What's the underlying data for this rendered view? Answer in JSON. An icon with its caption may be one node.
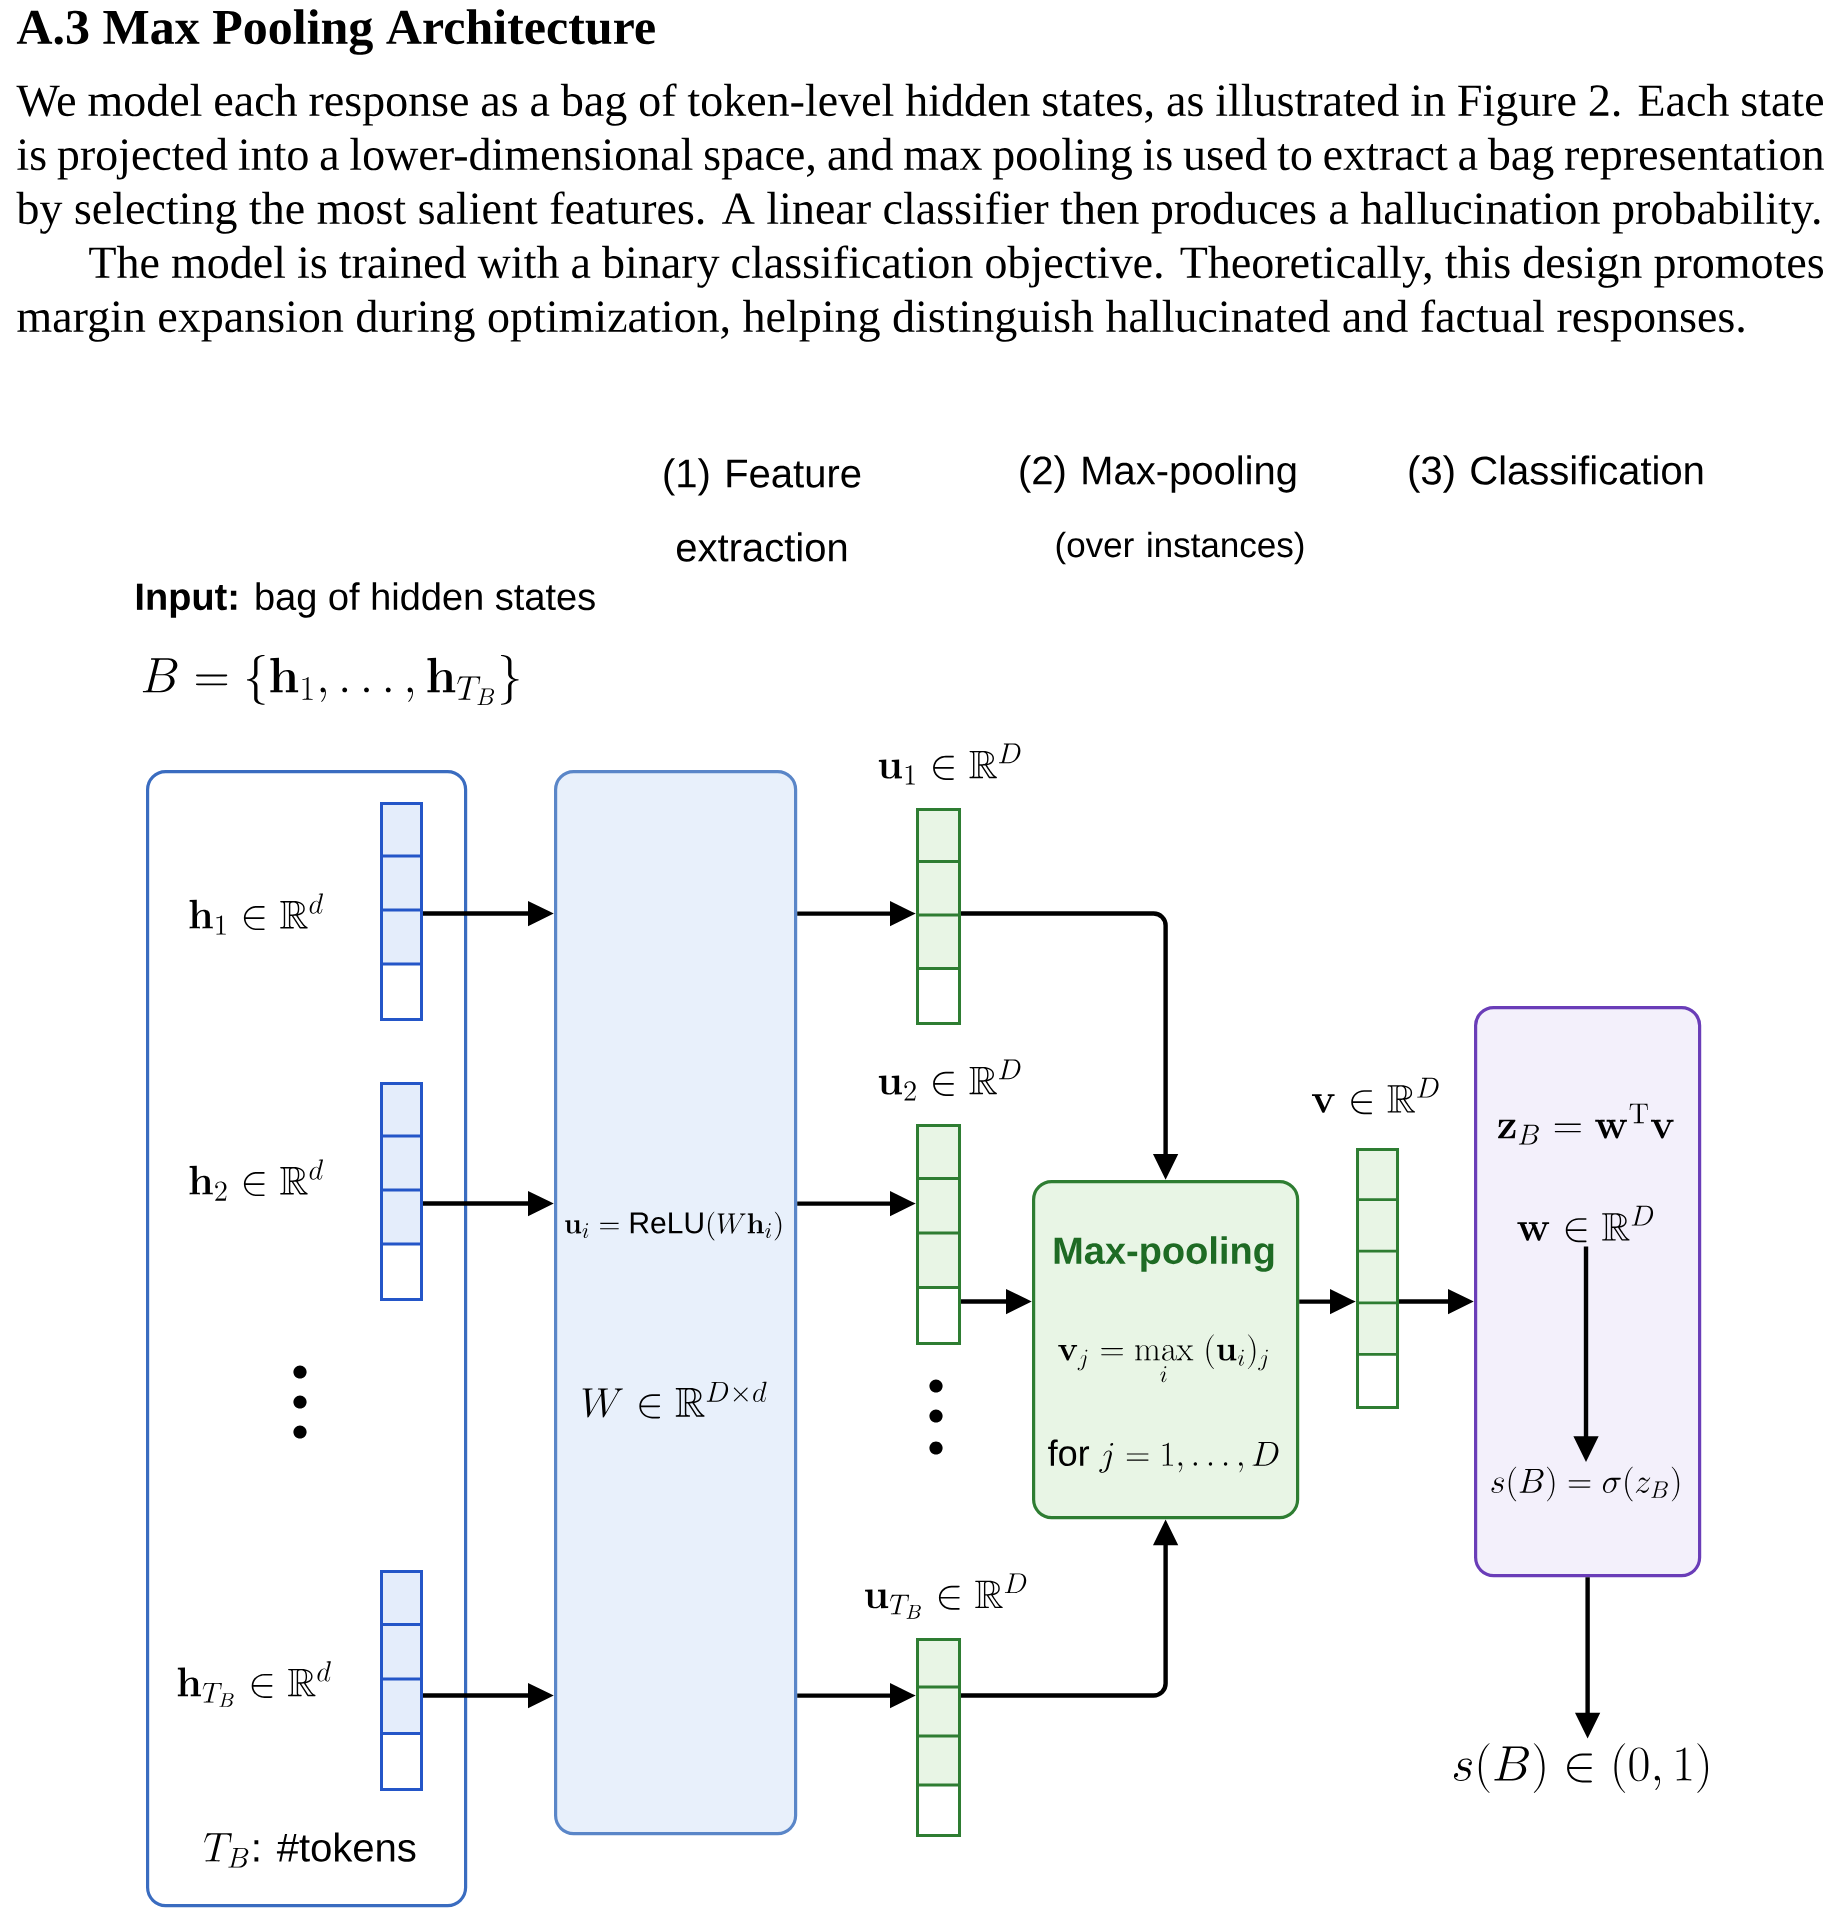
{
  "diagram": {
    "title": "A.3 Max Pooling Architecture",
    "nodes": [
      {
        "text": [
          "T_B\\text{: \\#tokens}"
        ]
      },
      {
        "text": [],
        "shape": "bar",
        "beside": [
          "\\mathbf{h}_1 \\in \\mathbb{R}^d"
        ],
        "in": 0
      },
      {
        "text": [],
        "shape": "bar",
        "beside": [
          "\\mathbf{h}_2 \\in \\mathbb{R}^d"
        ],
        "in": 0
      },
      {
        "text": [],
        "shape": "bar",
        "beside": [
          "\\mathbf{h}_{T_B} \\in \\mathbb{R}^d"
        ],
        "in": 0
      },
      {
        "text": [
          "\\mathbf{u}_i = \\text{ReLU}(W\\mathbf{h}_i)",
          "W \\in \\mathbb{R}^{D \\times d}"
        ]
      },
      {
        "text": [],
        "shape": "bar",
        "beside": [
          "\\mathbf{u}_1 \\in \\mathbb{R}^D"
        ]
      },
      {
        "text": [],
        "shape": "bar",
        "beside": [
          "\\mathbf{u}_2 \\in \\mathbb{R}^D"
        ]
      },
      {
        "text": [],
        "shape": "bar",
        "beside": [
          "\\mathbf{u}_{T_B} \\in \\mathbb{R}^D"
        ]
      },
      {
        "text": [
          "Max-pooling",
          "\\mathbf{v}_j = \\max\\limits_{i}\\ (\\mathbf{u}_i)_j",
          "\\text{for } j = 1, \\ldots, D"
        ]
      },
      {
        "text": [],
        "shape": "bar",
        "beside": [
          "\\mathbf{v} \\in \\mathbb{R}^D"
        ]
      },
      {
        "text": [
          "\\mathbf{z}_B = \\mathbf{w}^{\\mathrm{T}}\\mathbf{v}"
        ]
      },
      {
        "text": [
          "\\mathbf{w} \\in \\mathbb{R}^D"
        ],
        "in": 10
      },
      {
        "text": [
          "s(B) = \\sigma(z_B)"
        ],
        "in": 10
      },
      {
        "text": [
          "s(B) \\in (0, 1)"
        ]
      }
    ],
    "edges": [
      {
        "from": 1,
        "to": 4,
        "arrow": "to"
      },
      {
        "from": 2,
        "to": 4,
        "arrow": "to"
      },
      {
        "from": 3,
        "to": 4,
        "arrow": "to"
      },
      {
        "from": 4,
        "to": 5,
        "arrow": "to"
      },
      {
        "from": 4,
        "to": 6,
        "arrow": "to"
      },
      {
        "from": 4,
        "to": 7,
        "arrow": "to"
      },
      {
        "from": 5,
        "to": 8,
        "arrow": "to"
      },
      {
        "from": 6,
        "to": 8,
        "arrow": "to"
      },
      {
        "from": 7,
        "to": 8,
        "arrow": "to"
      },
      {
        "from": 8,
        "to": 9,
        "arrow": "to"
      },
      {
        "from": 9,
        "to": 10,
        "arrow": "to"
      },
      {
        "from": 11,
        "to": 12,
        "arrow": "to"
      },
      {
        "from": 10,
        "to": 13,
        "arrow": "to"
      }
    ],
    "labels": [
      "We model each response as a bag of token-level hidden states, as illustrated in Figure 2. Each state is projected into a lower-dimensional space, and max pooling is used to extract a bag representation by selecting the most salient features. A linear classifier then produces a hallucination probability.",
      "The model is trained with a binary classification objective. Theoretically, this design promotes margin expansion during optimization, helping distinguish hallucinated and factual responses.",
      "(1) Feature extraction",
      "(2) Max-pooling",
      "(over instances)",
      "(3) Classification",
      "**Input:** bag of hidden states",
      "B = \\{\\mathbf{h}_1, \\ldots, \\mathbf{h}_{T_B}\\}"
    ]
  }
}
